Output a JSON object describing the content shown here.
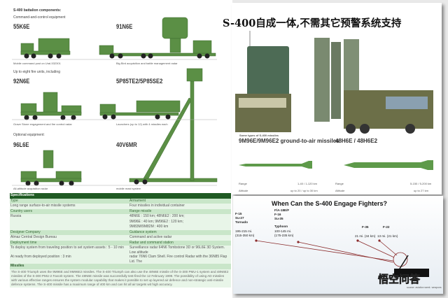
{
  "left": {
    "heading": "S-400 battalion components:",
    "section_c2": "Command-and-control equipment",
    "v1": {
      "code": "55K6E",
      "caption": "Mobile command post on Ural-532301"
    },
    "v2": {
      "code": "91N6E",
      "caption": "Big Bird acquisition and battle management radar"
    },
    "section_fire": "Up to eight fire units, including",
    "v3": {
      "code": "92N6E",
      "caption": "Grave Stone engagement and fire control radar"
    },
    "v4": {
      "code": "5P85TE2/5P85SE2",
      "caption": "Launchers (up to 12) with 4 missiles each"
    },
    "section_opt": "Optional equipment:",
    "v5": {
      "code": "96L6E",
      "caption": "All-altitude acquisition radar"
    },
    "v6": {
      "code": "40V6MR",
      "caption": "mobile mast system"
    }
  },
  "spec": {
    "title": "Specifications",
    "rows": [
      [
        "Type",
        "Armament"
      ],
      [
        "Long range surface-to-air missile systems",
        "Four missiles in individual container"
      ],
      [
        "Country users",
        "Range missile"
      ],
      [
        "Russia",
        "48N6E : 150 km; 48N6E2 : 200 km;"
      ],
      [
        "",
        "9M96E : 40 km; 9M96E2 : 120 km;"
      ],
      [
        "",
        "9M83M/9M82M : 400 km"
      ],
      [
        "Designer Company",
        "Guidance system"
      ],
      [
        "Almaz Central Design Bureau",
        "Command and active radar"
      ],
      [
        "Deployment time",
        "Radar and command station"
      ],
      [
        "To deploy system from traveling position to set system assets : 5 - 10 min",
        "Surveillance radar 64N6 Tombstone 3D or 96L6E 3D System. Low altitude"
      ],
      [
        "At ready from deployed position : 3 min",
        "radar 76N6 Clam Shell. Fire control Radar with the 36N85 Flap Lid. The"
      ],
      [
        "Missiles",
        ""
      ]
    ],
    "missiles_text": "The S-400 Triumph uses the 9M96E and 9M96E2 missiles. The S-400 Triumph can also use the 48N6E missile of the S-300 PMU-1 system and 48N6E2 missiles of the S-300 PMU-2 Favorit system. The 48N6E missile was successfully test-fired the 12 February 1999. The possibility of using AD missiles with various effective ranges ensures the system modular capability that makes it possible to set up layered air defence and non-strategic anti-missile defence systems. The S-400 missile has a maximum range of 400 km and can hit all air targets wit high accuracy."
  },
  "right": {
    "title": "S-400自成一体,不需其它预警系统支持",
    "missiles_caption": "Some types of S-400 missiles",
    "m1": {
      "name": "9M96E/9M96E2 ground-to-air missiles",
      "range_label": "Range",
      "range": "1-40 / 1-120 km",
      "alt_label": "Altitude",
      "alt": "up to 20 / up to 30 km"
    },
    "m2": {
      "name": "48H6E / 48H6E2",
      "range_label": "Range",
      "range": "5-150 / 5-200 km",
      "alt_label": "Altitude",
      "alt": "up to 27 km"
    }
  },
  "fighters": {
    "title": "When Can the S-400 Engage Fighters?",
    "g1": {
      "names": "F-15\nSu-27\nTornado",
      "range": "195-215 mi.\n(315-350 km)"
    },
    "g2": {
      "names": "F/A-18E/F\nF-16\nSu-35",
      "sub": "Typhoon",
      "range": "100-145 mi.\n(175-235 km)"
    },
    "g3": {
      "names": "F-35",
      "range": "21 mi. (34 km)"
    },
    "g4": {
      "names": "F-22",
      "range": "13 mi. (21 km)"
    },
    "source": "source: aviation week  weapons",
    "watermark": "悟空问答"
  },
  "colors": {
    "green": "#5b8f45",
    "dark_green": "#1f5a23",
    "line": "#8a2a2a"
  }
}
